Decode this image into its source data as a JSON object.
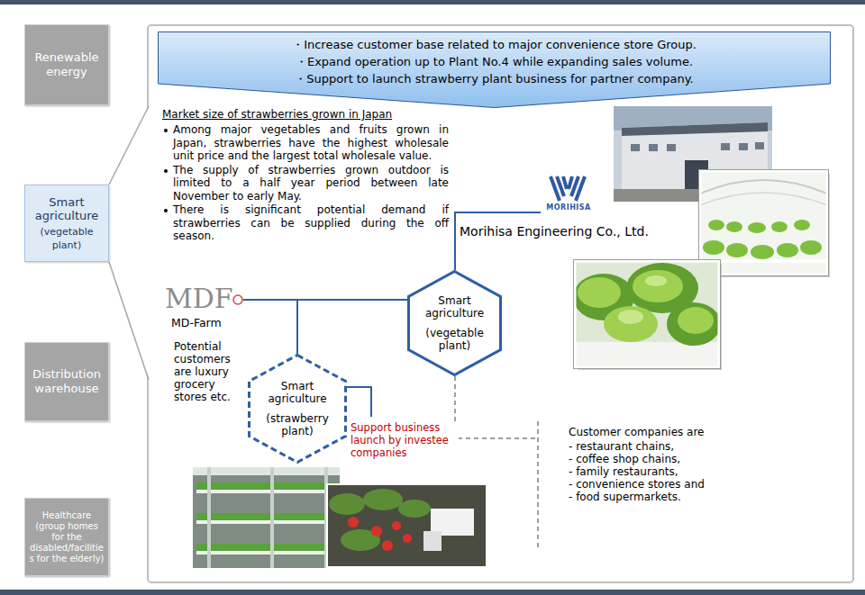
{
  "diagram": {
    "nodes": [
      {
        "text": [
          "Renewable energy"
        ]
      },
      {
        "text": [
          "Smart agriculture",
          "(vegetable plant)"
        ]
      },
      {
        "text": [
          "Distribution warehouse"
        ]
      },
      {
        "text": [
          "Healthcare (group homes for the disabled/facilities for the elderly)"
        ]
      },
      {
        "text": [
          "・Increase customer base related to major convenience store Group.",
          "・Expand operation up to Plant No.4 while expanding sales volume.",
          "・Support to launch strawberry plant business for partner company."
        ]
      },
      {
        "text": [
          "Smart agriculture",
          "(vegetable plant)"
        ]
      },
      {
        "text": [
          "Smart agriculture",
          "(strawberry plant)"
        ]
      }
    ],
    "edges": [
      {
        "from": 5,
        "to": 6,
        "arrow": "none"
      }
    ],
    "labels": [
      "Market size of strawberries grown in Japan",
      "Among major vegetables and fruits grown in Japan, strawberries have the highest wholesale unit price and the largest total wholesale value.",
      "The supply of strawberries grown outdoor is limited to a half year period between late November to early May.",
      "There is significant potential demand if strawberries can be supplied during the off season.",
      "MORIHISA",
      "Morihisa Engineering Co., Ltd.",
      "MDF",
      "MD-Farm",
      "Potential customers are luxury grocery stores etc.",
      "Support business launch by investee companies",
      "Customer companies are",
      "- restaurant chains,",
      "- coffee shop chains,",
      "- family restaurants,",
      "- convenience stores and",
      "- food supermarkets."
    ]
  }
}
